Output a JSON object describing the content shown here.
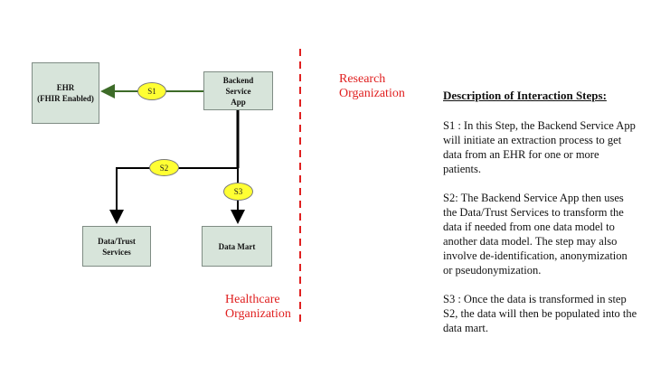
{
  "boxes": {
    "ehr": {
      "line1": "EHR",
      "line2": "(FHIR Enabled)"
    },
    "backend": {
      "line1": "Backend",
      "line2": "Service",
      "line3": "App"
    },
    "trust": {
      "line1": "Data/Trust",
      "line2": "Services"
    },
    "mart": {
      "label": "Data Mart"
    }
  },
  "steps": {
    "s1": "S1",
    "s2": "S2",
    "s3": "S3"
  },
  "orgs": {
    "research": {
      "line1": "Research",
      "line2": "Organization"
    },
    "healthcare": {
      "line1": "Healthcare",
      "line2": "Organization"
    }
  },
  "description": {
    "title": "Description of Interaction Steps:",
    "s1": "S1 :  In this Step, the Backend Service App will initiate an extraction process to get data from an EHR for one or more patients.",
    "s2": "S2: The Backend Service App then uses the Data/Trust Services to transform the data if needed from one data model to another data model. The step may also involve de-identification, anonymization or pseudonymization.",
    "s3": "S3 : Once the data is transformed in step S2, the data will then be populated into the data mart."
  },
  "colors": {
    "divider": "#e02020",
    "arrow_s1": "#3d6b28",
    "arrow": "#000000",
    "step_fill": "#ffff33",
    "box_fill": "#d7e4da"
  }
}
